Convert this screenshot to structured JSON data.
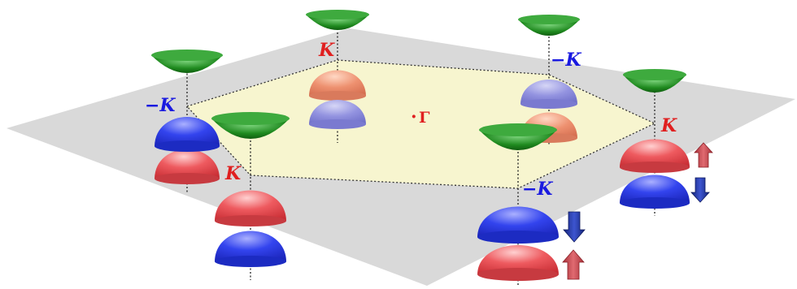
{
  "labels": {
    "k": "K",
    "minus_k": "−K",
    "gamma_dot": "·",
    "gamma": "Γ"
  },
  "colors": {
    "plane": "#d9d9d9",
    "brillouin_zone": "#f7f5cf",
    "conduction_band": "#1f8a1f",
    "k_valley_band": "#e8474c",
    "minus_k_valley_band": "#2f3fe0",
    "faded_red_band": "#ec8a6a",
    "faded_blue_band": "#8e8ee0",
    "k_label": "#e02020",
    "minus_k_label": "#1a1ae0",
    "gamma_label": "#e02020",
    "spin_up_arrow": "#c8424a",
    "spin_down_arrow": "#233aa8"
  },
  "icons": {
    "spin_up": "spin-up-arrow-icon",
    "spin_down": "spin-down-arrow-icon"
  }
}
